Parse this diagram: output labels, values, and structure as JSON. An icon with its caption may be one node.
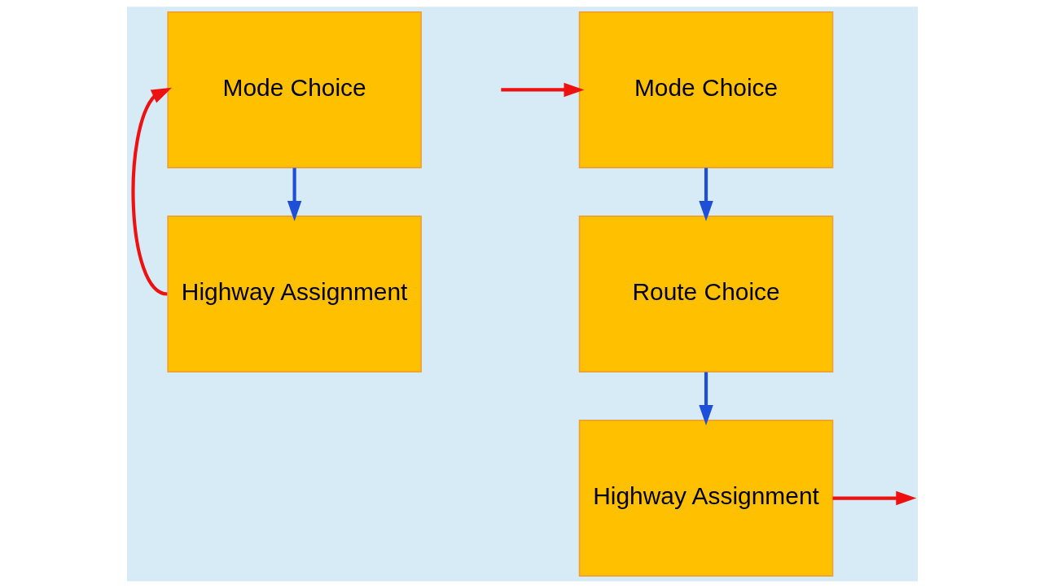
{
  "diagram": {
    "nodes": [
      {
        "text": [
          "Mode Choice"
        ]
      },
      {
        "text": [
          "Highway Assignment"
        ]
      },
      {
        "text": [
          "Mode Choice"
        ]
      },
      {
        "text": [
          "Route Choice"
        ]
      },
      {
        "text": [
          "Highway Assignment"
        ]
      }
    ],
    "edges": [
      {
        "from": 0,
        "to": 1,
        "arrow": "to",
        "color": "#1f4fd8"
      },
      {
        "from": 1,
        "to": 0,
        "arrow": "to",
        "color": "#ee1111"
      },
      {
        "from": 2,
        "to": 3,
        "arrow": "to",
        "color": "#1f4fd8"
      },
      {
        "from": 3,
        "to": 4,
        "arrow": "to",
        "color": "#1f4fd8"
      },
      {
        "from": null,
        "to": 2,
        "arrow": "to",
        "color": "#ee1111"
      },
      {
        "from": 4,
        "to": null,
        "arrow": "to",
        "color": "#ee1111"
      }
    ]
  }
}
